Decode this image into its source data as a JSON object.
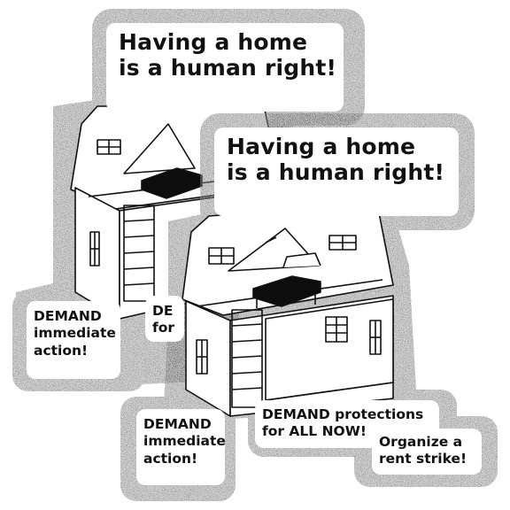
{
  "colors": {
    "background": "#ffffff",
    "sticker_border": "#2b2b2b",
    "outline": "#111111",
    "bed_cover": "#0d0d0d"
  },
  "back_sticker": {
    "headline": [
      "Having a home",
      "is a human right!"
    ],
    "demand_action": [
      "DEMAND",
      "immediate",
      "action!"
    ],
    "demand_protections_partial": [
      "DE",
      "for"
    ]
  },
  "front_sticker": {
    "headline": [
      "Having a home",
      "is a human right!"
    ],
    "demand_action": [
      "DEMAND",
      "immediate",
      "action!"
    ],
    "demand_protections": [
      "DEMAND protections",
      "for ALL NOW!"
    ],
    "rent_strike": [
      "Organize a",
      "rent strike!"
    ]
  }
}
